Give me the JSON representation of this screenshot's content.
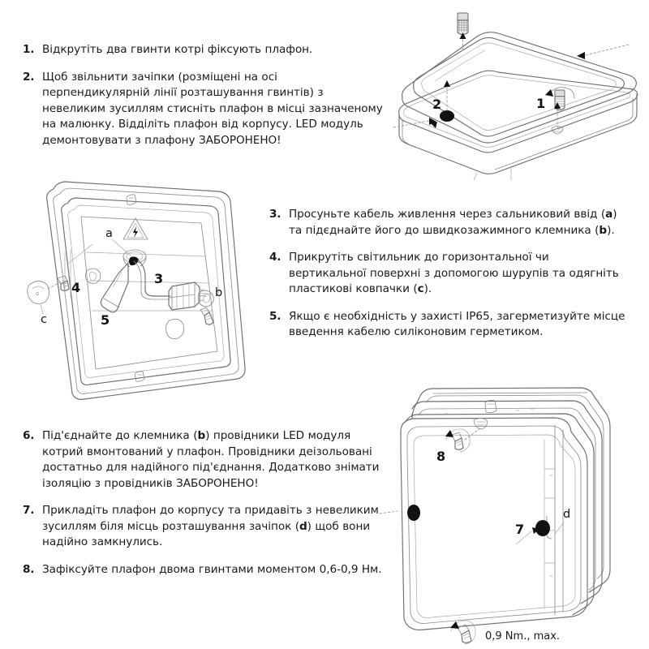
{
  "document": {
    "language": "uk",
    "type": "installation-instruction-sheet",
    "background_color": "#ffffff",
    "line_color": "#6e6e73",
    "text_color": "#1a1a1a"
  },
  "steps_top": [
    {
      "number": "1.",
      "text": "Відкрутіть два гвинти котрі фіксують плафон."
    },
    {
      "number": "2.",
      "text": "Щоб звільнити зачіпки (розміщені на осі перпендикулярній лінії розташування гвинтів) з невеликим зусиллям стисніть плафон в місці зазначеному на малюнку. Відділіть плафон від корпусу. LED модуль демонтовувати з плафону ЗАБОРОНЕНО!"
    }
  ],
  "steps_right": [
    {
      "number": "3.",
      "text_before": "Просуньте кабель живлення через сальниковий ввід (",
      "bold_1": "a",
      "text_mid": ") та підєднайте його до швидкозажимного клемника (",
      "bold_2": "b",
      "text_after": ")."
    },
    {
      "number": "4.",
      "text_before": "Прикрутіть світильник до горизонтальної чи вертикальної поверхні з допомогою шурупів та одягніть пластикові ковпачки (",
      "bold_1": "c",
      "text_after": ")."
    },
    {
      "number": "5.",
      "text_before": "Якщо є необхідність у захисті IP65, загерметизуйте місце введення кабелю силіконовим герметиком."
    }
  ],
  "steps_bottom": [
    {
      "number": "6.",
      "text_before": "Під'єднайте до клемника (",
      "bold_1": "b",
      "text_after": ") провідники LED модуля котрий вмонтований у плафон. Провідники деізольовані достатньо для надійного під'єднання. Додатково знімати ізоляцію з провідників ЗАБОРОНЕНО!"
    },
    {
      "number": "7.",
      "text_before": "Прикладіть плафон до корпусу та придавіть з невеликим зусиллям біля місць розташування зачіпок (",
      "bold_1": "d",
      "text_after": ") щоб вони надійно замкнулись."
    },
    {
      "number": "8.",
      "text_before": "Зафіксуйте плафон двома гвинтами моментом 0,6-0,9 Нм."
    }
  ],
  "figure_top": {
    "name": "luminaire-exploded-top-view",
    "description": "Square ceiling luminaire shown in 3D perspective with diffuser cover and two fixing screws",
    "callouts": [
      {
        "id": "1",
        "label": "1",
        "meaning": "fixing-screw"
      },
      {
        "id": "2",
        "label": "2",
        "meaning": "press-point-to-release-clip"
      }
    ]
  },
  "figure_mid": {
    "name": "luminaire-housing-open-view",
    "description": "Open luminaire housing base showing cable gland, terminal block, mounting screw and plastic cap",
    "callouts": [
      {
        "id": "a",
        "label": "a",
        "meaning": "cable-gland"
      },
      {
        "id": "b",
        "label": "b",
        "meaning": "quick-clamp-terminal-block"
      },
      {
        "id": "c",
        "label": "c",
        "meaning": "plastic-cap"
      },
      {
        "id": "3",
        "label": "3",
        "meaning": "power-cable-routing"
      },
      {
        "id": "4",
        "label": "4",
        "meaning": "mounting-screw"
      },
      {
        "id": "5",
        "label": "5",
        "meaning": "cable-entry"
      }
    ]
  },
  "figure_bottom": {
    "name": "luminaire-closing-view",
    "description": "Luminaire diffuser being refitted onto the housing with latch points and fixing screw",
    "callouts": [
      {
        "id": "7",
        "label": "7",
        "meaning": "press-point-at-latch"
      },
      {
        "id": "8",
        "label": "8",
        "meaning": "fixing-screw-tighten"
      },
      {
        "id": "d",
        "label": "d",
        "meaning": "latch-clip"
      }
    ],
    "torque_note": "0,9 Nm., max."
  }
}
